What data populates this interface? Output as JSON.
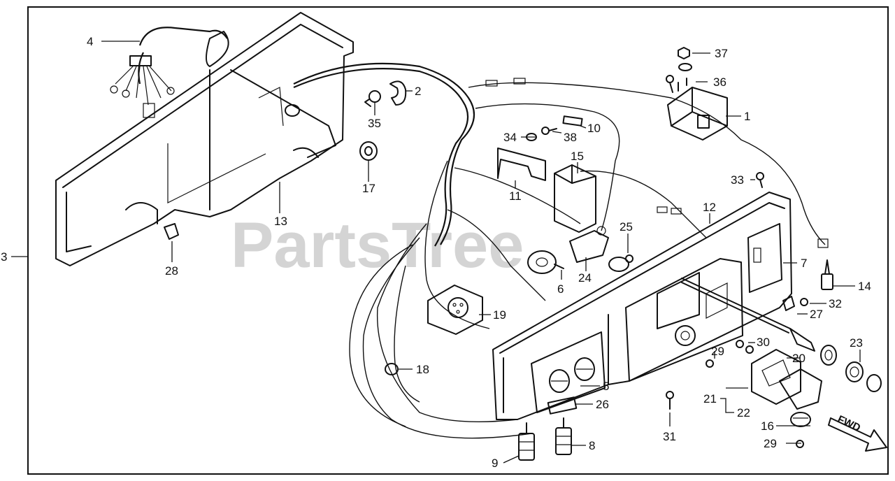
{
  "watermark": "PartsTree",
  "direction_label": "FWD",
  "callouts": [
    {
      "id": "1",
      "label": "1"
    },
    {
      "id": "2",
      "label": "2"
    },
    {
      "id": "3",
      "label": "3"
    },
    {
      "id": "4",
      "label": "4"
    },
    {
      "id": "5",
      "label": "5"
    },
    {
      "id": "6",
      "label": "6"
    },
    {
      "id": "7",
      "label": "7"
    },
    {
      "id": "8",
      "label": "8"
    },
    {
      "id": "9",
      "label": "9"
    },
    {
      "id": "10",
      "label": "10"
    },
    {
      "id": "11",
      "label": "11"
    },
    {
      "id": "12",
      "label": "12"
    },
    {
      "id": "13",
      "label": "13"
    },
    {
      "id": "14",
      "label": "14"
    },
    {
      "id": "15",
      "label": "15"
    },
    {
      "id": "16",
      "label": "16"
    },
    {
      "id": "17",
      "label": "17"
    },
    {
      "id": "18",
      "label": "18"
    },
    {
      "id": "19",
      "label": "19"
    },
    {
      "id": "20",
      "label": "20"
    },
    {
      "id": "21",
      "label": "21"
    },
    {
      "id": "22",
      "label": "22"
    },
    {
      "id": "23",
      "label": "23"
    },
    {
      "id": "24",
      "label": "24"
    },
    {
      "id": "25",
      "label": "25"
    },
    {
      "id": "26",
      "label": "26"
    },
    {
      "id": "27",
      "label": "27"
    },
    {
      "id": "28",
      "label": "28"
    },
    {
      "id": "29a",
      "label": "29"
    },
    {
      "id": "29b",
      "label": "29"
    },
    {
      "id": "30",
      "label": "30"
    },
    {
      "id": "31",
      "label": "31"
    },
    {
      "id": "32",
      "label": "32"
    },
    {
      "id": "33",
      "label": "33"
    },
    {
      "id": "34",
      "label": "34"
    },
    {
      "id": "35",
      "label": "35"
    },
    {
      "id": "36",
      "label": "36"
    },
    {
      "id": "37",
      "label": "37"
    },
    {
      "id": "38",
      "label": "38"
    }
  ]
}
